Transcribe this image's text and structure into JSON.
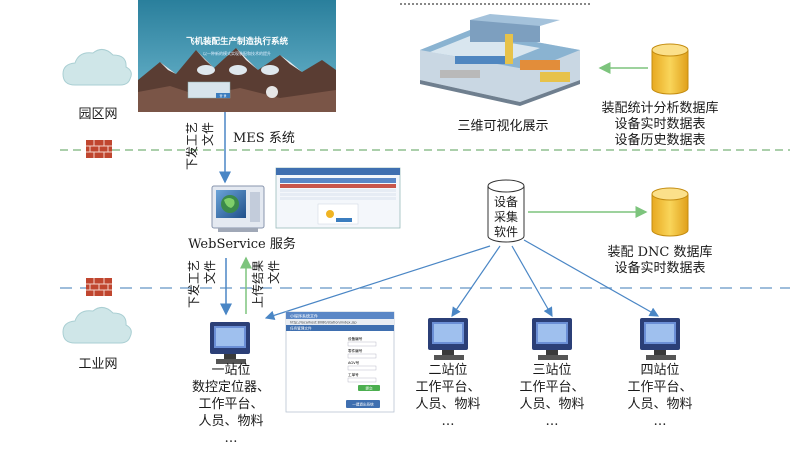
{
  "zones": {
    "park_network": "园区网",
    "industrial_network": "工业网"
  },
  "mes": {
    "label": "MES 系统",
    "screen_title": "飞机装配生产制造执行系统",
    "screen_subtitle": "以一种新的模式实现装配和技术的提升",
    "screen_button": "登 录"
  },
  "viz3d": {
    "label": "三维可视化展示"
  },
  "db_stats": {
    "lines": [
      "装配统计分析数据库",
      "设备实时数据表",
      "设备历史数据表"
    ]
  },
  "db_dnc": {
    "lines": [
      "装配 DNC 数据库",
      "设备实时数据表"
    ]
  },
  "collector": {
    "lines": [
      "设备",
      "采集",
      "软件"
    ]
  },
  "webservice": {
    "label": "WebService 服务"
  },
  "arrows": {
    "issue_doc_top": [
      "下发工艺",
      "文件"
    ],
    "issue_doc_bottom": [
      "下发工艺",
      "文件"
    ],
    "upload_result": [
      "上传结果",
      "文件"
    ]
  },
  "web_form": {
    "title": "小程序系统文件",
    "url": "http://localhost:8080/station/index.jsp",
    "header": "任务管理文件",
    "fields": [
      "设备编号",
      "零件编号",
      "AGV号",
      "工单号"
    ],
    "submit": "提交",
    "footer_button": "一键退出系统"
  },
  "stations": [
    {
      "name": "一站位",
      "details": [
        "数控定位器、",
        "工作平台、",
        "人员、物料",
        "…"
      ]
    },
    {
      "name": "二站位",
      "details": [
        "工作平台、",
        "人员、物料",
        "…"
      ]
    },
    {
      "name": "三站位",
      "details": [
        "工作平台、",
        "人员、物料",
        "…"
      ]
    },
    {
      "name": "四站位",
      "details": [
        "工作平台、",
        "人员、物料",
        "…"
      ]
    }
  ],
  "colors": {
    "dash_line": "#8fbf8f",
    "industrial_dash": "#7fa7cf",
    "cloud": "#cfe6e8",
    "cylinder": "#f2c230",
    "arrow_blue": "#4a86c5",
    "arrow_green": "#7dc47d",
    "firewall": "#c0462f"
  },
  "icons": [
    "cloud-icon",
    "firewall-icon",
    "database-icon",
    "computer-icon",
    "server-icon"
  ]
}
